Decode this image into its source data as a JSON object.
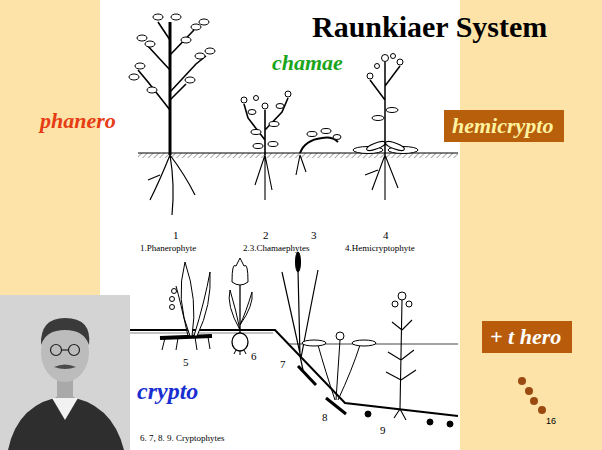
{
  "diagram": {
    "title": "Raunkiaer System",
    "nodes": [
      {
        "text": [
          "hemicrypto"
        ]
      },
      {
        "text": [
          "+ t hero"
        ]
      }
    ],
    "labels": [
      "chamae",
      "phanero",
      "crypto",
      "1",
      "2",
      "3",
      "4",
      "1.Phanerophyte",
      "2.3.Chamaephytes",
      "4.Hemicryptophyte",
      "5",
      "6",
      "7",
      "8",
      "9",
      "6. 7, 8. 9. Cryptophytes",
      "16"
    ]
  }
}
